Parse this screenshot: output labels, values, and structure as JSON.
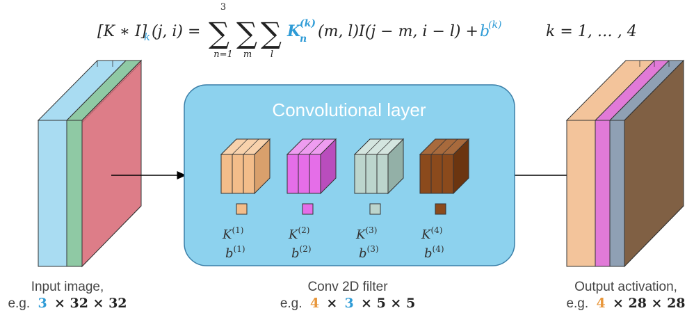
{
  "formula": {
    "lhs_bracket": "[K ∗ I]",
    "lhs_sub": "k",
    "lhs_args": "(j, i) =",
    "sum1_top": "3",
    "sum1_bottom": "n=1",
    "sum2_bottom": "m",
    "sum3_bottom": "l",
    "kernel_K": "K",
    "kernel_sup": "(k)",
    "kernel_sub": "n",
    "kernel_args": "(m, l)I(j − m, i − l) +",
    "bias_b": "b",
    "bias_sup": "(k)",
    "k_range": "k = 1, … , 4"
  },
  "conv_layer": {
    "title": "Convolutional layer",
    "filters": [
      {
        "K": "K",
        "K_sup": "(1)",
        "b": "b",
        "b_sup": "(1)",
        "color": "#f3bd8a",
        "side": "#d9a06c",
        "top": "#f8d2ac"
      },
      {
        "K": "K",
        "K_sup": "(2)",
        "b": "b",
        "b_sup": "(2)",
        "color": "#e56ee8",
        "side": "#b94dbd",
        "top": "#ee9cf0"
      },
      {
        "K": "K",
        "K_sup": "(3)",
        "b": "b",
        "b_sup": "(3)",
        "color": "#bcd5cd",
        "side": "#93b0a7",
        "top": "#d4e5df"
      },
      {
        "K": "K",
        "K_sup": "(4)",
        "b": "b",
        "b_sup": "(4)",
        "color": "#8b4a1c",
        "side": "#6b3510",
        "top": "#a86a3c"
      }
    ],
    "box_color": "#8dd2ee"
  },
  "captions": {
    "input_label": "Input image,",
    "input_eg": "e.g.",
    "input_c": "3",
    "input_rest": "× 32 × 32",
    "filter_label": "Conv 2D filter",
    "filter_eg": "e.g.",
    "filter_n": "4",
    "filter_x1": "×",
    "filter_c": "3",
    "filter_rest": "× 5 × 5",
    "output_label": "Output activation,",
    "output_eg": "e.g.",
    "output_n": "4",
    "output_rest": "× 28 × 28"
  },
  "colors": {
    "blue_accent": "#2e9bd6",
    "orange_accent": "#e8973c",
    "input_layers": [
      "#a9dcf2",
      "#8fc9a4",
      "#e8909a"
    ],
    "output_layers": [
      "#f3c49b",
      "#e17ad8",
      "#8fa0b4",
      "#8b6a4e"
    ]
  }
}
